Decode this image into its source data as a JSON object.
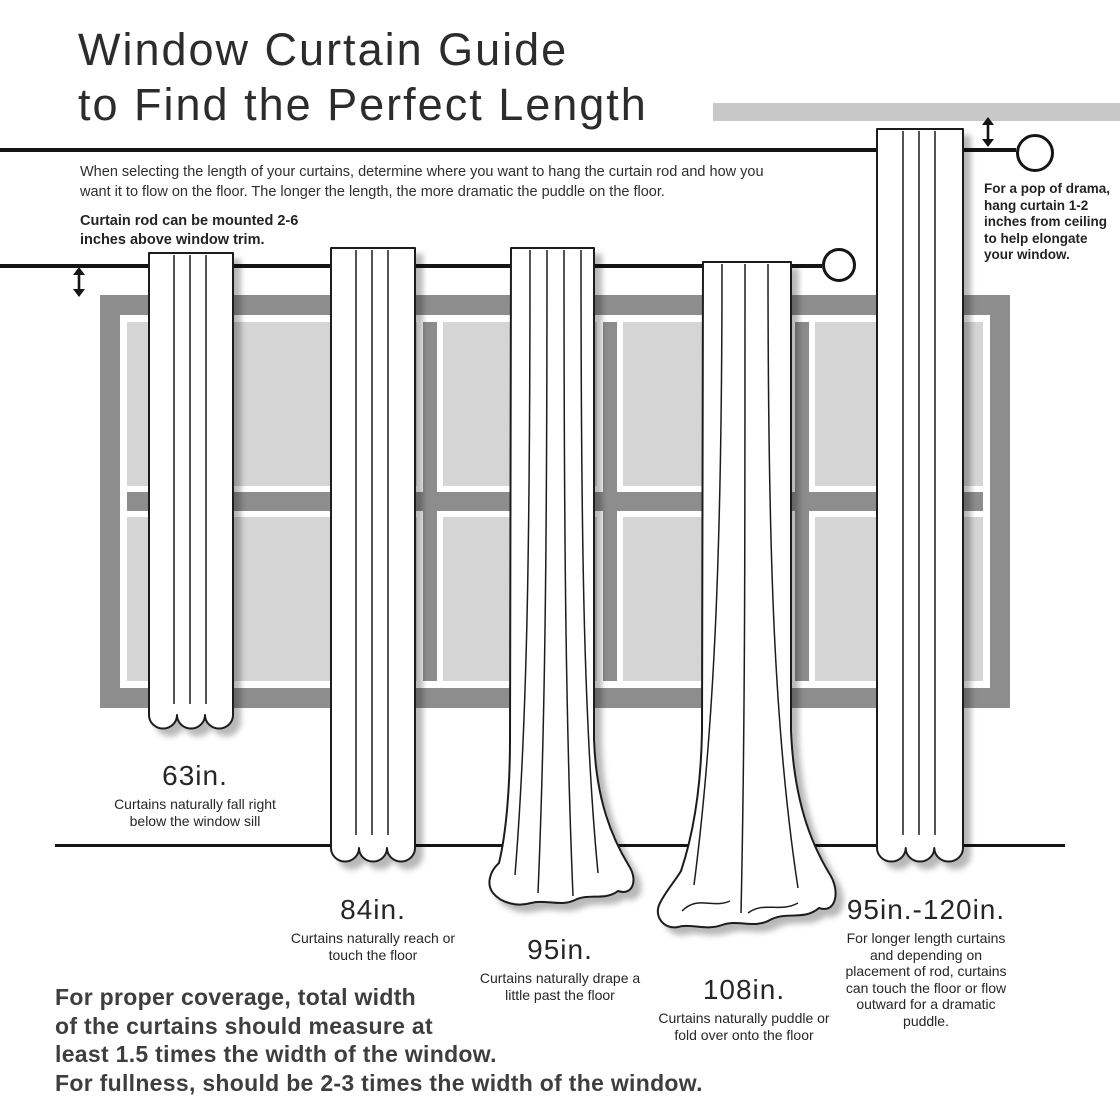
{
  "title": {
    "line1": "Window Curtain Guide",
    "line2": "to Find the Perfect Length"
  },
  "intro": "When selecting the length of your curtains, determine where you want to hang the curtain rod and how you want it to flow on the floor. The longer the length, the more dramatic the puddle on the floor.",
  "rod_note": "Curtain rod can be mounted 2-6 inches above window trim.",
  "ceiling_note": "For a pop of drama, hang curtain 1-2 inches from ceiling to help elongate your window.",
  "curtains": [
    {
      "size": "63in.",
      "description": "Curtains naturally fall right below the window sill"
    },
    {
      "size": "84in.",
      "description": "Curtains naturally reach or touch the floor"
    },
    {
      "size": "95in.",
      "description": "Curtains naturally drape a little past the floor"
    },
    {
      "size": "108in.",
      "description": "Curtains naturally puddle or fold over onto the floor"
    },
    {
      "size": "95in.-120in.",
      "description": "For longer length curtains and depending on placement of rod, curtains can touch the floor or flow outward for a dramatic puddle."
    }
  ],
  "footer_lines": [
    "For proper coverage, total width",
    "of the curtains should measure at",
    "least 1.5 times the width of the window.",
    "For fullness, should be 2-3 times the width of the window."
  ],
  "colors": {
    "line_black": "#1c1c1c",
    "window_frame_gray": "#8d8d8d",
    "window_pane_gray": "#d5d5d5",
    "ceiling_gray": "#c8c8c8",
    "curtain_white": "#ffffff"
  }
}
